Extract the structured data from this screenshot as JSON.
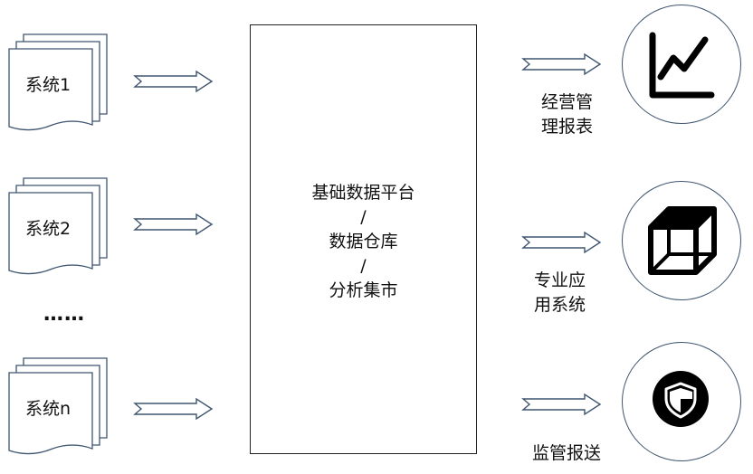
{
  "sources": [
    {
      "label": "系统1"
    },
    {
      "label": "系统2"
    },
    {
      "label": "系统n"
    }
  ],
  "ellipsis": "……",
  "platform": {
    "lines": [
      "基础数据平台",
      "/",
      "数据仓库",
      "/",
      "分析集市"
    ]
  },
  "outputs": [
    {
      "label_line1": "经营管",
      "label_line2": "理报表",
      "icon": "line-chart-icon"
    },
    {
      "label_line1": "专业应",
      "label_line2": "用系统",
      "icon": "cube-icon"
    },
    {
      "label_line1": "监管报送",
      "label_line2": "",
      "icon": "shield-icon"
    }
  ],
  "colors": {
    "stroke": "#3e5570",
    "text": "#111111",
    "icon": "#000000"
  }
}
